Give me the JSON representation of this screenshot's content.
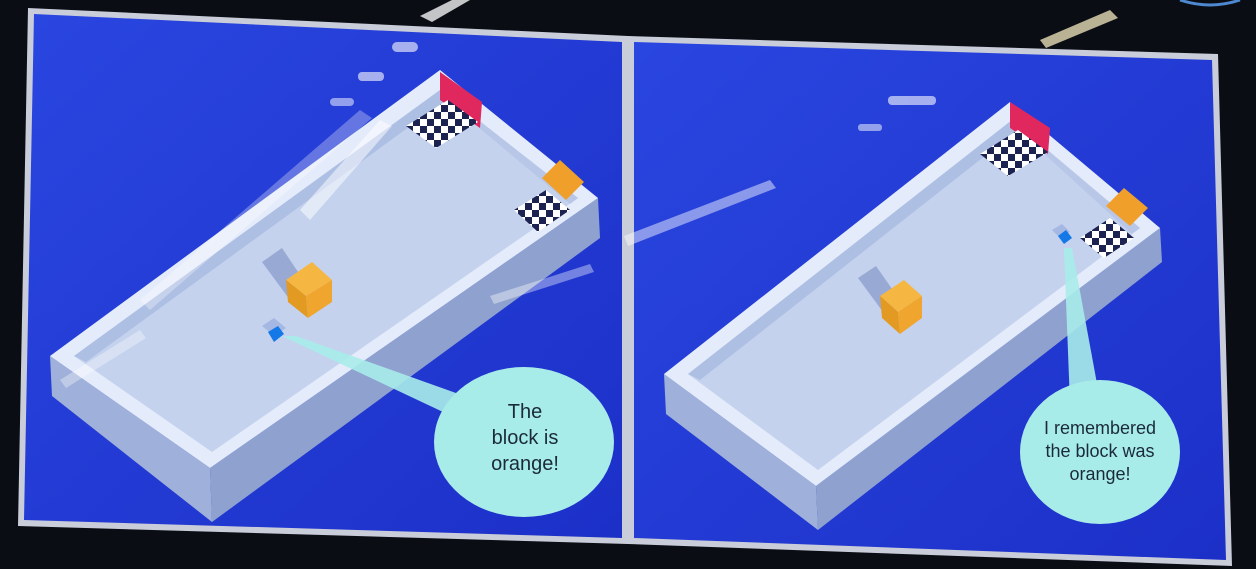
{
  "panels": [
    {
      "name": "left",
      "speech": [
        "The",
        "block is",
        "orange!"
      ]
    },
    {
      "name": "right",
      "speech": [
        "I remembered",
        "the block was",
        "orange!"
      ]
    }
  ],
  "colors": {
    "background": "#0b0d14",
    "panel_blue": "#1f36d6",
    "panel_border": "#c9ccd9",
    "floor": "#c9d6ef",
    "wall_top": "#dde6f8",
    "wall_side": "#a7b8de",
    "goal_red": "#e0285f",
    "goal_orange": "#f0a02a",
    "agent_blue": "#1478e6",
    "bubble": "#a8ece9",
    "checker_dark": "#1c2350"
  }
}
